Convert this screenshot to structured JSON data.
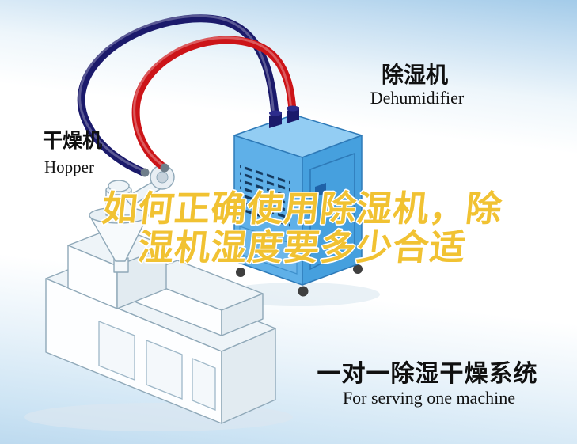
{
  "title": {
    "line1": "如何正确使用除湿机，除",
    "line2": "湿机湿度要多少合适"
  },
  "labels": {
    "hopper_cn": "干燥机",
    "hopper_en": "Hopper",
    "dehumidifier_cn": "除湿机",
    "dehumidifier_en": "Dehumidifier",
    "system_cn": "一对一除湿干燥系统",
    "system_en": "For serving one machine"
  },
  "colors": {
    "title_fill": "#f1c232",
    "title_outline": "#ffffff",
    "pipe_return": "#1b1a6b",
    "pipe_supply": "#cc1418",
    "dehumidifier_top": "#93cdf3",
    "dehumidifier_front": "#5fb0e8",
    "dehumidifier_side": "#46a0de",
    "vent_slot": "#14395e",
    "background_top": "#a3cbe9",
    "background_bottom": "#bddaef"
  }
}
